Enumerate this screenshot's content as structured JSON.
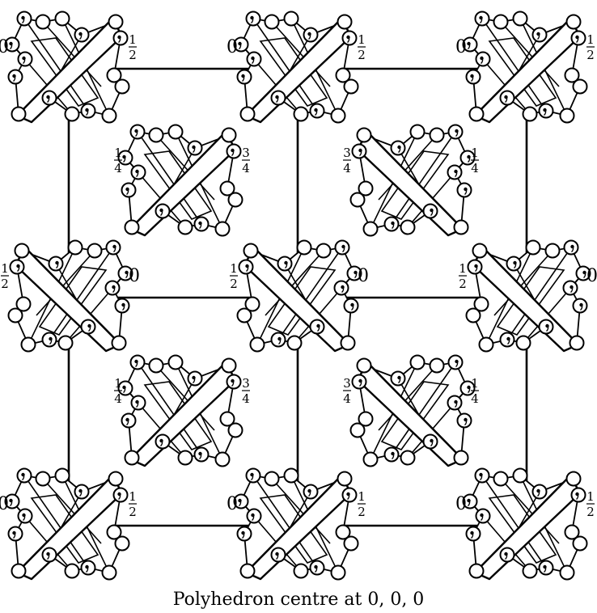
{
  "caption": "Polyhedron centre at 0, 0, 0",
  "labels": {
    "zero": "0",
    "half": {
      "num": "1",
      "den": "2"
    },
    "quarter": {
      "num": "1",
      "den": "4"
    },
    "three_quarters": {
      "num": "3",
      "den": "4"
    }
  },
  "motifs": [
    {
      "id": "m-0-0",
      "orientation": "up",
      "left_label": "zero",
      "right_label": "half"
    },
    {
      "id": "m-1-0",
      "orientation": "up",
      "left_label": "zero",
      "right_label": "half"
    },
    {
      "id": "m-2-0",
      "orientation": "up",
      "left_label": "zero",
      "right_label": "half"
    },
    {
      "id": "m-0-1",
      "orientation": "down",
      "left_label": "half",
      "right_label": "zero"
    },
    {
      "id": "m-1-1",
      "orientation": "down",
      "left_label": "half",
      "right_label": "zero"
    },
    {
      "id": "m-2-1",
      "orientation": "down",
      "left_label": "half",
      "right_label": "zero"
    },
    {
      "id": "m-0-2",
      "orientation": "up",
      "left_label": "zero",
      "right_label": "half"
    },
    {
      "id": "m-1-2",
      "orientation": "up",
      "left_label": "zero",
      "right_label": "half"
    },
    {
      "id": "m-2-2",
      "orientation": "up",
      "left_label": "zero",
      "right_label": "half"
    },
    {
      "id": "m-a",
      "orientation": "up",
      "left_label": "quarter",
      "right_label": "three_quarters"
    },
    {
      "id": "m-b",
      "orientation": "down",
      "left_label": "three_quarters",
      "right_label": "quarter"
    },
    {
      "id": "m-c",
      "orientation": "up",
      "left_label": "quarter",
      "right_label": "three_quarters"
    },
    {
      "id": "m-d",
      "orientation": "down",
      "left_label": "three_quarters",
      "right_label": "quarter"
    }
  ]
}
